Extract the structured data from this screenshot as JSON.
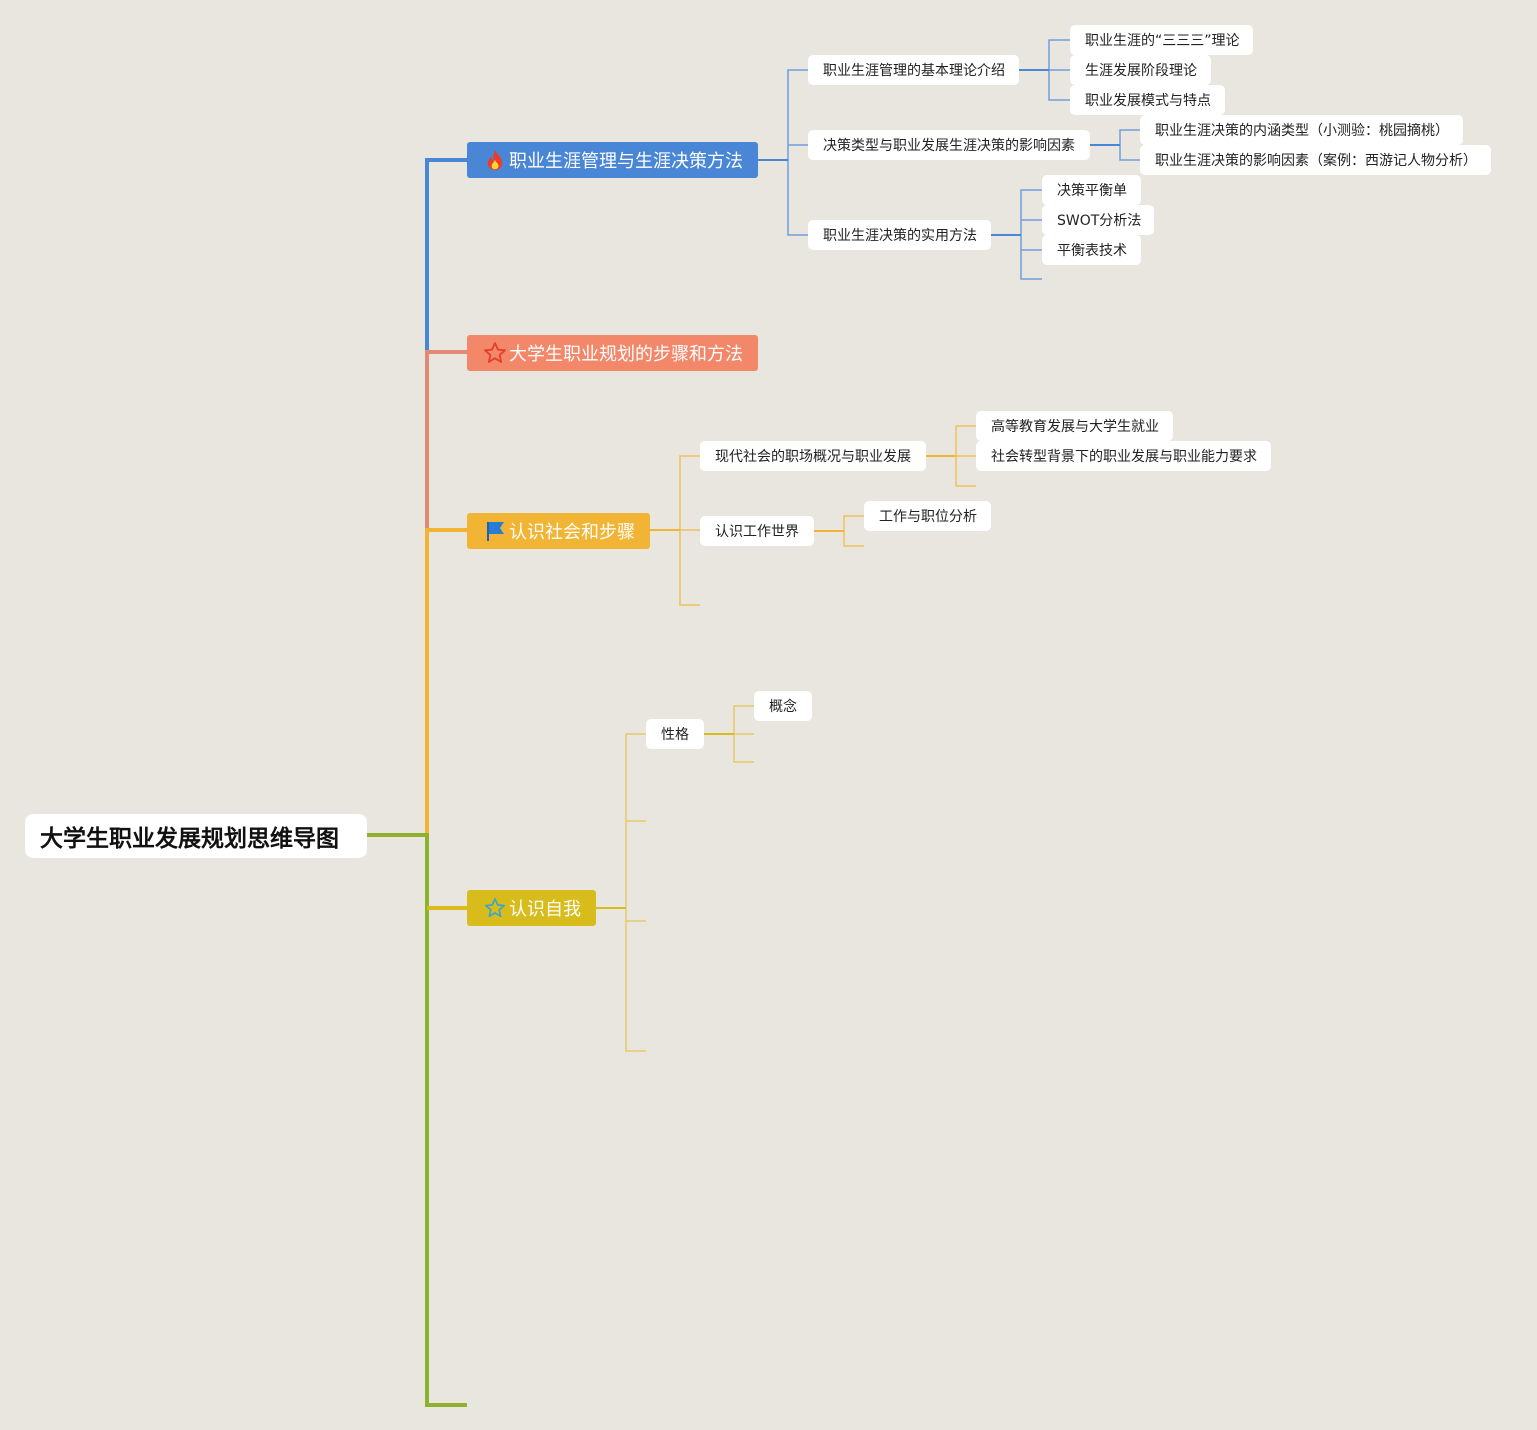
{
  "title": "大学生职业发展规划思维导图",
  "colors": {
    "background": "#e8e6df",
    "branch_blue": "#4a86d6",
    "branch_salmon": "#f08a6a",
    "branch_amber": "#f2b434",
    "branch_mustard": "#d8bc1c",
    "spine_green": "#8db32e"
  },
  "branches": [
    {
      "label": "职业生涯管理与生涯决策方法",
      "icon": "fire-icon",
      "children": [
        {
          "label": "职业生涯管理的基本理论介绍",
          "children": [
            "职业生涯的“三三三”理论",
            "生涯发展阶段理论",
            "职业发展模式与特点"
          ]
        },
        {
          "label": "决策类型与职业发展生涯决策的影响因素",
          "children": [
            "职业生涯决策的内涵类型（小测验：桃园摘桃）",
            "职业生涯决策的影响因素（案例：西游记人物分析）"
          ]
        },
        {
          "label": "职业生涯决策的实用方法",
          "children": [
            "决策平衡单",
            "SWOT分析法",
            "平衡表技术"
          ]
        }
      ]
    },
    {
      "label": "大学生职业规划的步骤和方法",
      "icon": "star-outline-icon",
      "children": []
    },
    {
      "label": "认识社会和步骤",
      "icon": "flag-icon",
      "children": [
        {
          "label": "现代社会的职场概况与职业发展",
          "children": [
            "高等教育发展与大学生就业",
            "社会转型背景下的职业发展与职业能力要求"
          ]
        },
        {
          "label": "认识工作世界",
          "children": [
            "工作与职位分析"
          ]
        }
      ]
    },
    {
      "label": "认识自我",
      "icon": "star-icon",
      "children": [
        {
          "label": "性格",
          "children": [
            "概念"
          ]
        }
      ]
    }
  ]
}
